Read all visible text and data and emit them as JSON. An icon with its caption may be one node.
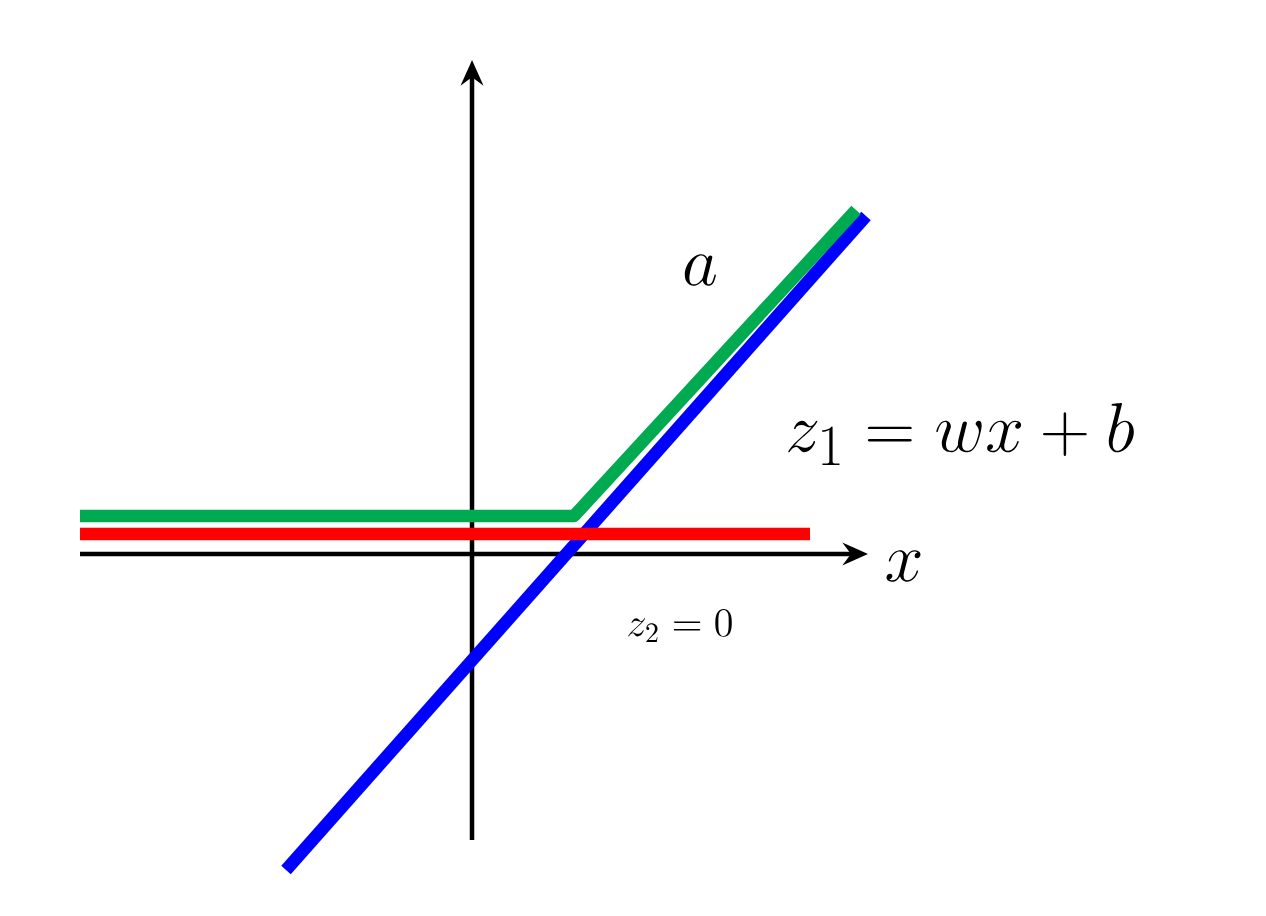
{
  "diagram": {
    "labels": [
      "a",
      "z_1 = wx + b",
      "z_2 =0",
      "x"
    ]
  }
}
